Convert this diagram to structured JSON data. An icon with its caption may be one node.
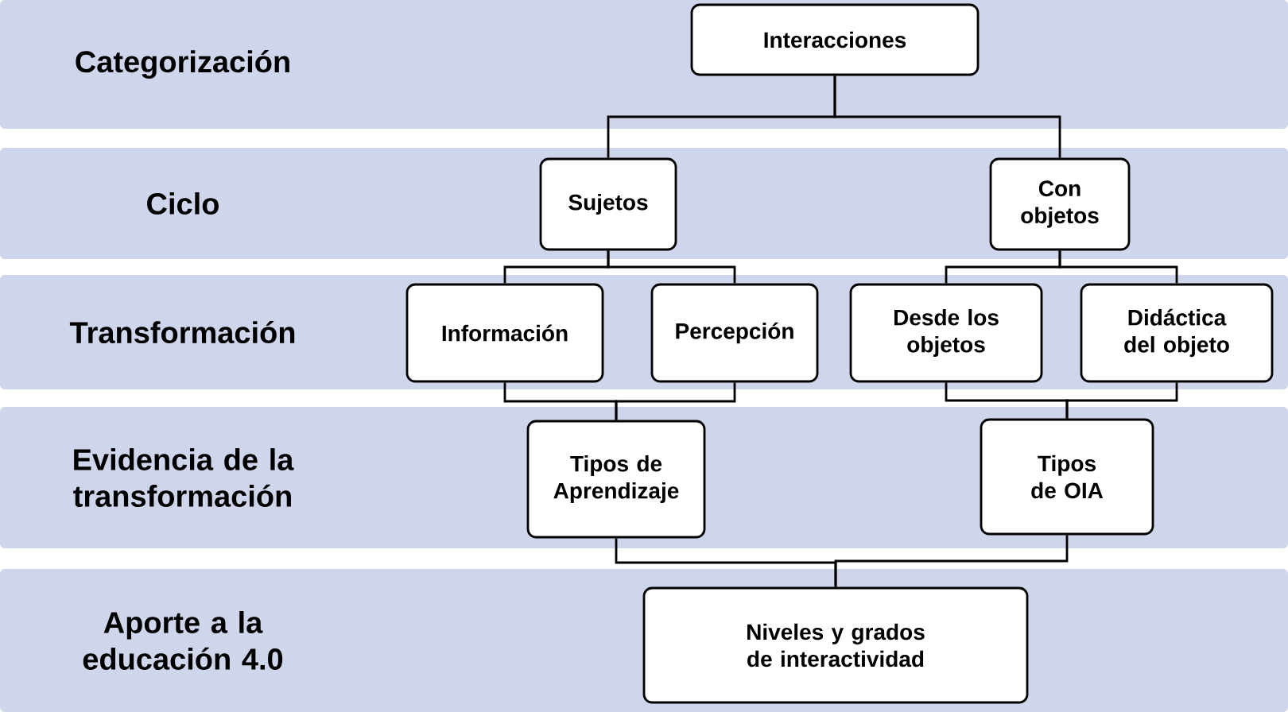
{
  "diagram": {
    "nodes": [
      {
        "text": [
          "Categorización"
        ]
      },
      {
        "text": [
          "Interacciones"
        ],
        "in": 0
      },
      {
        "text": [
          "Ciclo"
        ]
      },
      {
        "text": [
          "Sujetos"
        ],
        "in": 2
      },
      {
        "text": [
          "Con objetos"
        ],
        "in": 2
      },
      {
        "text": [
          "Transformación"
        ]
      },
      {
        "text": [
          "Información"
        ],
        "in": 5
      },
      {
        "text": [
          "Percepción"
        ],
        "in": 5
      },
      {
        "text": [
          "Desde los objetos"
        ],
        "in": 5
      },
      {
        "text": [
          "Didáctica del objeto"
        ],
        "in": 5
      },
      {
        "text": [
          "Evidencia de la transformación"
        ]
      },
      {
        "text": [
          "Tipos de Aprendizaje"
        ],
        "in": 10
      },
      {
        "text": [
          "Tipos de OIA"
        ],
        "in": 10
      },
      {
        "text": [
          "Aporte a la educación 4.0"
        ]
      },
      {
        "text": [
          "Niveles y grados de interactividad"
        ],
        "in": 13
      }
    ],
    "edges": [
      {
        "from": 1,
        "to": 3,
        "arrow": "none"
      },
      {
        "from": 1,
        "to": 4,
        "arrow": "none"
      },
      {
        "from": 3,
        "to": 6,
        "arrow": "none"
      },
      {
        "from": 3,
        "to": 7,
        "arrow": "none"
      },
      {
        "from": 4,
        "to": 8,
        "arrow": "none"
      },
      {
        "from": 4,
        "to": 9,
        "arrow": "none"
      },
      {
        "from": 6,
        "to": 11,
        "arrow": "none"
      },
      {
        "from": 7,
        "to": 11,
        "arrow": "none"
      },
      {
        "from": 8,
        "to": 12,
        "arrow": "none"
      },
      {
        "from": 9,
        "to": 12,
        "arrow": "none"
      },
      {
        "from": 11,
        "to": 14,
        "arrow": "none"
      },
      {
        "from": 12,
        "to": 14,
        "arrow": "none"
      }
    ]
  }
}
